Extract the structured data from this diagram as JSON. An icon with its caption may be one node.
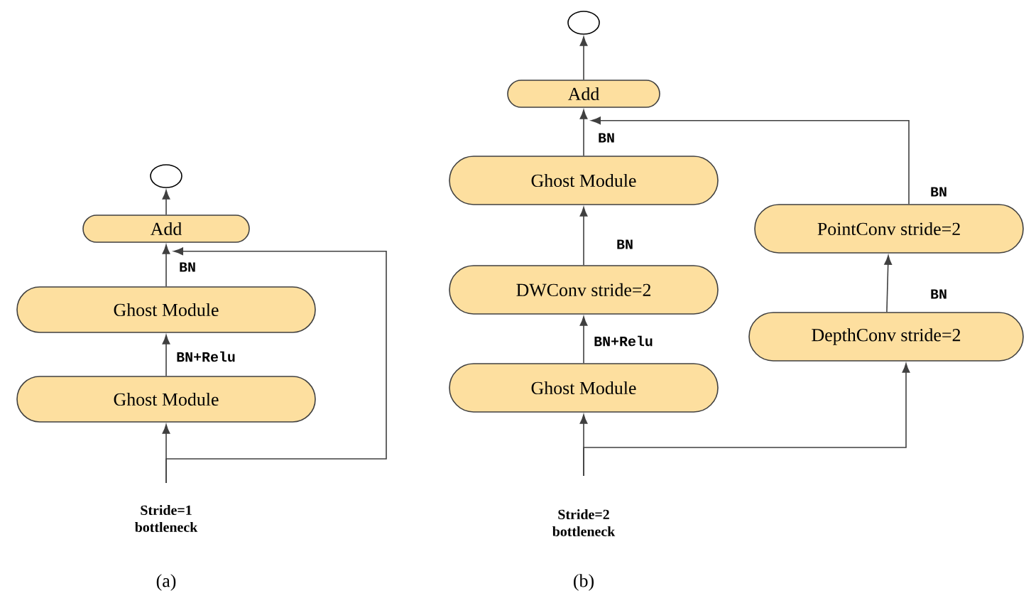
{
  "diagram": {
    "nodes": [
      {
        "text": [],
        "shape": "circle"
      },
      {
        "text": [
          "Add"
        ]
      },
      {
        "text": [
          "Ghost Module"
        ]
      },
      {
        "text": [
          "Ghost Module"
        ]
      },
      {
        "text": [],
        "shape": "circle"
      },
      {
        "text": [
          "Add"
        ]
      },
      {
        "text": [
          "Ghost Module"
        ]
      },
      {
        "text": [
          "DWConv stride=2"
        ]
      },
      {
        "text": [
          "Ghost Module"
        ]
      },
      {
        "text": [
          "PointConv stride=2"
        ]
      },
      {
        "text": [
          "DepthConv stride=2"
        ]
      }
    ],
    "edges": [
      {
        "from": 3,
        "to": 2,
        "arrow": "to",
        "label": "BN+Relu"
      },
      {
        "from": 2,
        "to": 1,
        "arrow": "to",
        "label": "BN"
      },
      {
        "from": 1,
        "to": 0,
        "arrow": "to"
      },
      {
        "from": null,
        "to": 3,
        "arrow": "to"
      },
      {
        "from": null,
        "to": 1,
        "arrow": "to"
      },
      {
        "from": 8,
        "to": 7,
        "arrow": "to",
        "label": "BN+Relu"
      },
      {
        "from": 7,
        "to": 6,
        "arrow": "to",
        "label": "BN"
      },
      {
        "from": 6,
        "to": 5,
        "arrow": "to",
        "label": "BN"
      },
      {
        "from": 5,
        "to": 4,
        "arrow": "to"
      },
      {
        "from": null,
        "to": 8,
        "arrow": "to"
      },
      {
        "from": null,
        "to": 10,
        "arrow": "to"
      },
      {
        "from": 10,
        "to": 9,
        "arrow": "to",
        "label": "BN"
      },
      {
        "from": 9,
        "to": 5,
        "arrow": "to",
        "label": "BN"
      }
    ],
    "labels": [
      "Stride=1 bottleneck",
      "Stride=2 bottleneck",
      "(a)",
      "(b)"
    ]
  }
}
